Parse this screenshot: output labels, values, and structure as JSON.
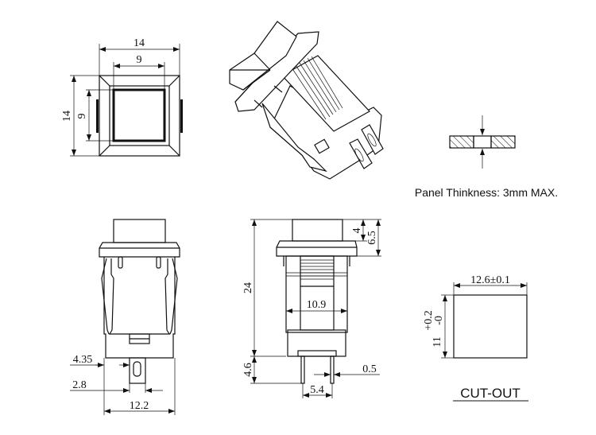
{
  "title": "Push button switch dimensional drawing",
  "top_view": {
    "width": "14",
    "inner_width": "9",
    "height": "14",
    "inner_height": "9"
  },
  "front_view": {
    "dim_terminal_offset": "4.35",
    "dim_terminal_width": "2.8",
    "dim_body_width": "12.2"
  },
  "side_view": {
    "dim_total_height": "24",
    "dim_button_height": "4",
    "dim_button_flange": "6.5",
    "dim_body_width": "10.9",
    "dim_terminal_length": "4.6",
    "dim_terminal_thickness": "0.5",
    "dim_terminal_pitch": "5.4"
  },
  "panel": {
    "caption": "Panel Thinkness: 3mm MAX."
  },
  "cutout": {
    "width": "12.6±0.1",
    "height": "11",
    "tol_plus": "+0.2",
    "tol_minus": "-0",
    "label": "CUT-OUT"
  }
}
